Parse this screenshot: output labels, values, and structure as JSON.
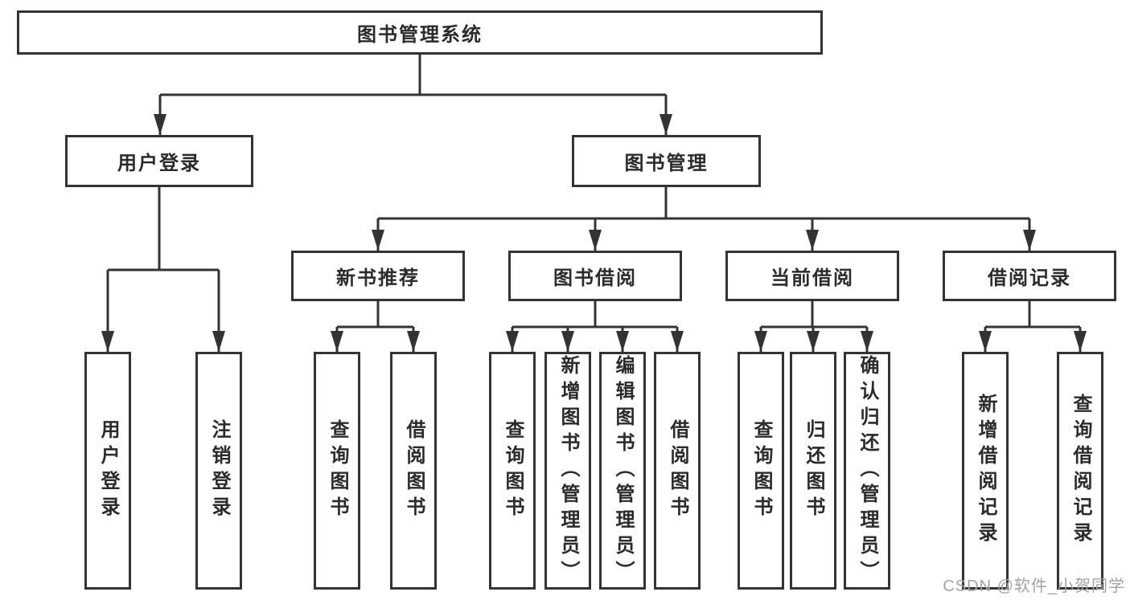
{
  "diagram": {
    "root": {
      "label": "图书管理系统"
    },
    "level2": [
      {
        "label": "用户登录"
      },
      {
        "label": "图书管理"
      }
    ],
    "level3": [
      {
        "label": "新书推荐"
      },
      {
        "label": "图书借阅"
      },
      {
        "label": "当前借阅"
      },
      {
        "label": "借阅记录"
      }
    ],
    "leaves": [
      {
        "label": "用户登录"
      },
      {
        "label": "注销登录"
      },
      {
        "label": "查询图书"
      },
      {
        "label": "借阅图书"
      },
      {
        "label": "查询图书"
      },
      {
        "label": "新增图书（管理员）"
      },
      {
        "label": "编辑图书（管理员）"
      },
      {
        "label": "借阅图书"
      },
      {
        "label": "查询图书"
      },
      {
        "label": "归还图书"
      },
      {
        "label": "确认归还（管理员）"
      },
      {
        "label": "新增借阅记录"
      },
      {
        "label": "查询借阅记录"
      }
    ]
  },
  "watermark": {
    "text": "CSDN @软件_小贺同学"
  },
  "colors": {
    "line": "#333333",
    "border": "#333333",
    "text": "#2b2b2b",
    "watermark": "#a3a3a3",
    "background": "#ffffff"
  }
}
